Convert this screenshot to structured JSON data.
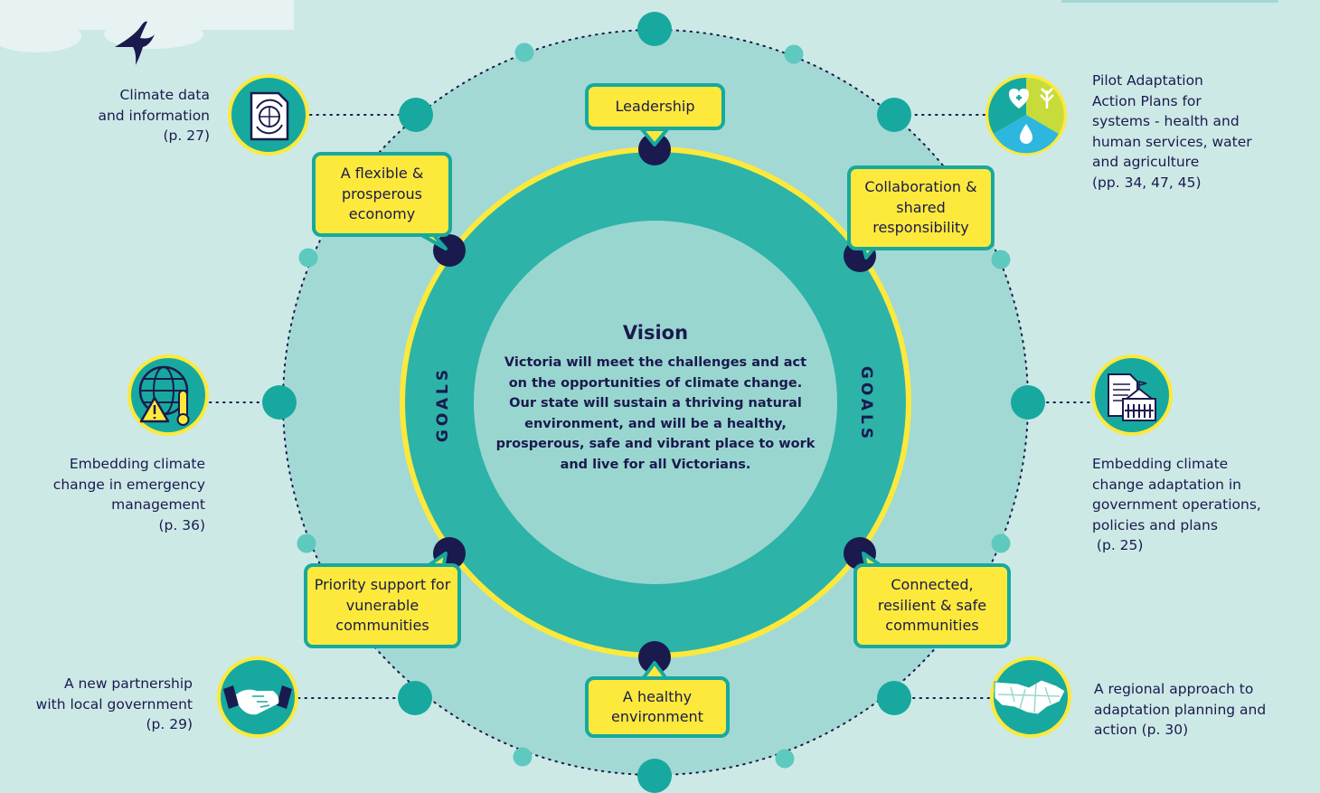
{
  "vision": {
    "title": "Vision",
    "text": "Victoria will meet the challenges and act on the opportunities of climate change. Our state will sustain a thriving natural environment, and will be a healthy, prosperous, safe and vibrant place to work and live for all Victorians."
  },
  "goals_label": "GOALS",
  "goals": [
    {
      "id": "leadership",
      "label": "Leadership"
    },
    {
      "id": "economy",
      "label": "A flexible & prosperous economy"
    },
    {
      "id": "collaboration",
      "label": "Collaboration & shared responsibility"
    },
    {
      "id": "vulnerable",
      "label": "Priority support for vunerable communities"
    },
    {
      "id": "communities",
      "label": "Connected, resilient & safe communities"
    },
    {
      "id": "environment",
      "label": "A healthy environment"
    }
  ],
  "initiatives": {
    "climate_data": {
      "lines": [
        "Climate data",
        "and information",
        "(p. 27)"
      ],
      "icon": "document-globe-icon"
    },
    "pilot_plans": {
      "lines": [
        "Pilot Adaptation",
        "Action Plans for",
        "systems - health and",
        "human services, water",
        "and agriculture",
        "(pp. 34, 47, 45)"
      ],
      "icon": "health-water-agriculture-icon"
    },
    "emergency": {
      "lines": [
        "Embedding climate",
        "change in emergency",
        "management",
        "(p. 36)"
      ],
      "icon": "globe-warning-thermometer-icon"
    },
    "gov_operations": {
      "lines": [
        "Embedding climate",
        "change adaptation in",
        "government operations,",
        "policies and plans",
        " (p. 25)"
      ],
      "icon": "document-building-icon"
    },
    "partnership": {
      "lines": [
        "A new partnership",
        "with local government",
        "(p. 29)"
      ],
      "icon": "handshake-icon"
    },
    "regional": {
      "lines": [
        "A regional approach to",
        "adaptation planning and",
        "action (p. 30)"
      ],
      "icon": "victoria-map-icon"
    }
  },
  "colors": {
    "background": "#cde9e6",
    "outer_ring": "#a3d9d4",
    "goal_ring": "#2db3a8",
    "inner_disc": "#9ad6d0",
    "yellow": "#fde93b",
    "teal_dot": "#17a99f",
    "navy": "#1a1a4e"
  }
}
